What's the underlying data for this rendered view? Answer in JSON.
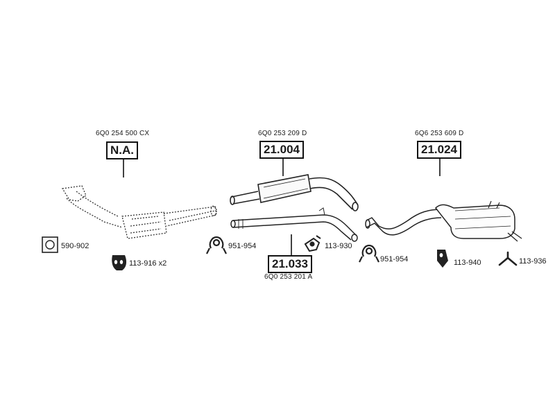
{
  "assemblies": [
    {
      "oem": "6Q0 254 500 CX",
      "ref": "N.A."
    },
    {
      "oem": "6Q0 253 209 D",
      "ref": "21.004"
    },
    {
      "oem": "6Q6 253 609 D",
      "ref": "21.024"
    },
    {
      "oem": "6Q0 253 201 A",
      "ref": "21.033"
    }
  ],
  "parts": [
    {
      "number": "590-902",
      "icon": "gasket-icon"
    },
    {
      "number": "113-916 x2",
      "icon": "rubber-mount-icon"
    },
    {
      "number": "951-954",
      "icon": "clamp-icon"
    },
    {
      "number": "113-930",
      "icon": "bracket-icon"
    },
    {
      "number": "951-954",
      "icon": "clamp-icon"
    },
    {
      "number": "113-940",
      "icon": "hanger-icon"
    },
    {
      "number": "113-936",
      "icon": "y-hanger-icon"
    }
  ]
}
